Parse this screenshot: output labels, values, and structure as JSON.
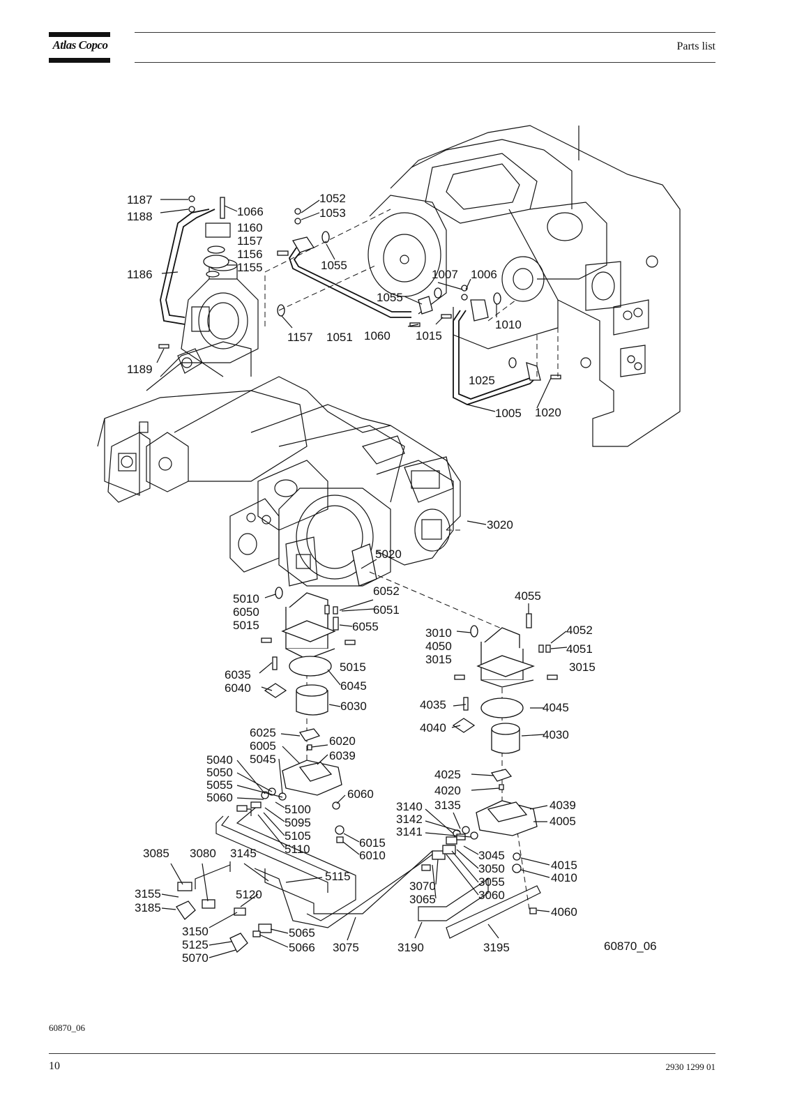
{
  "header": {
    "brand": "Atlas Copco",
    "section": "Parts list"
  },
  "footer": {
    "figure_ref": "60870_06",
    "page_number": "10",
    "document_number": "2930 1299 01"
  },
  "diagram": {
    "figure_label": "60870_06",
    "callouts": [
      "1187",
      "1188",
      "1066",
      "1160",
      "1157",
      "1156",
      "1155",
      "1186",
      "1189",
      "1052",
      "1053",
      "1055",
      "1007",
      "1006",
      "1010",
      "1015",
      "1060",
      "1051",
      "1157",
      "1055",
      "1025",
      "1020",
      "1005",
      "3020",
      "5020",
      "4055",
      "4052",
      "4051",
      "3010",
      "4050",
      "3015",
      "3015",
      "5010",
      "6050",
      "5015",
      "6052",
      "6051",
      "6055",
      "5015",
      "6035",
      "6040",
      "6045",
      "6030",
      "4035",
      "4040",
      "4045",
      "4030",
      "6025",
      "6005",
      "6020",
      "6039",
      "5040",
      "5045",
      "5050",
      "5055",
      "5060",
      "6060",
      "5100",
      "5095",
      "5105",
      "5110",
      "6015",
      "6010",
      "4025",
      "4020",
      "3140",
      "3142",
      "3141",
      "3135",
      "4039",
      "4005",
      "3045",
      "3050",
      "3055",
      "3060",
      "3070",
      "3065",
      "4015",
      "4010",
      "4060",
      "3085",
      "3080",
      "3145",
      "5115",
      "3155",
      "3185",
      "5120",
      "3150",
      "5125",
      "5070",
      "5065",
      "5066",
      "3075",
      "3190",
      "3195"
    ]
  }
}
